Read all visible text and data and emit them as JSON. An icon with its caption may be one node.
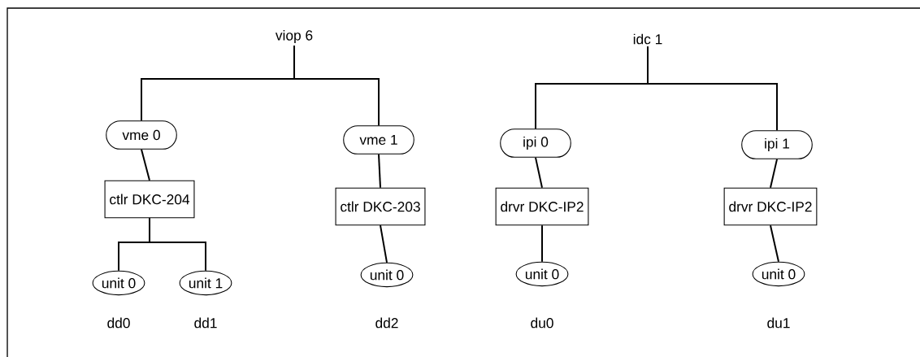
{
  "diagram": {
    "nodes": [
      {
        "text": [
          "viop 6"
        ]
      },
      {
        "text": [
          "idc 1"
        ]
      },
      {
        "text": [
          "vme 0"
        ]
      },
      {
        "text": [
          "vme 1"
        ]
      },
      {
        "text": [
          "ipi 0"
        ]
      },
      {
        "text": [
          "ipi 1"
        ]
      },
      {
        "text": [
          "ctlr DKC-204"
        ]
      },
      {
        "text": [
          "ctlr DKC-203"
        ]
      },
      {
        "text": [
          "drvr DKC-IP2"
        ]
      },
      {
        "text": [
          "drvr DKC-IP2"
        ]
      },
      {
        "text": [
          "unit 0"
        ],
        "beside": [
          "dd0"
        ]
      },
      {
        "text": [
          "unit 1"
        ],
        "beside": [
          "dd1"
        ]
      },
      {
        "text": [
          "unit 0"
        ],
        "beside": [
          "dd2"
        ]
      },
      {
        "text": [
          "unit 0"
        ],
        "beside": [
          "du0"
        ]
      },
      {
        "text": [
          "unit 0"
        ],
        "beside": [
          "du1"
        ]
      }
    ],
    "edges": [
      {
        "from": 0,
        "to": 2,
        "arrow": "none"
      },
      {
        "from": 0,
        "to": 3,
        "arrow": "none"
      },
      {
        "from": 1,
        "to": 4,
        "arrow": "none"
      },
      {
        "from": 1,
        "to": 5,
        "arrow": "none"
      },
      {
        "from": 2,
        "to": 6,
        "arrow": "none"
      },
      {
        "from": 3,
        "to": 7,
        "arrow": "none"
      },
      {
        "from": 4,
        "to": 8,
        "arrow": "none"
      },
      {
        "from": 5,
        "to": 9,
        "arrow": "none"
      },
      {
        "from": 6,
        "to": 10,
        "arrow": "none"
      },
      {
        "from": 6,
        "to": 11,
        "arrow": "none"
      },
      {
        "from": 7,
        "to": 12,
        "arrow": "none"
      },
      {
        "from": 8,
        "to": 13,
        "arrow": "none"
      },
      {
        "from": 9,
        "to": 14,
        "arrow": "none"
      }
    ]
  }
}
